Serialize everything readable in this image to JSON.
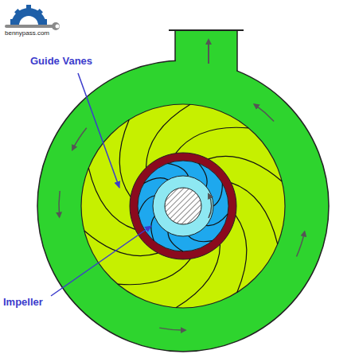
{
  "diagram": {
    "labels": [
      "bennypass.com",
      "Guide Vanes",
      "Impeller"
    ]
  }
}
